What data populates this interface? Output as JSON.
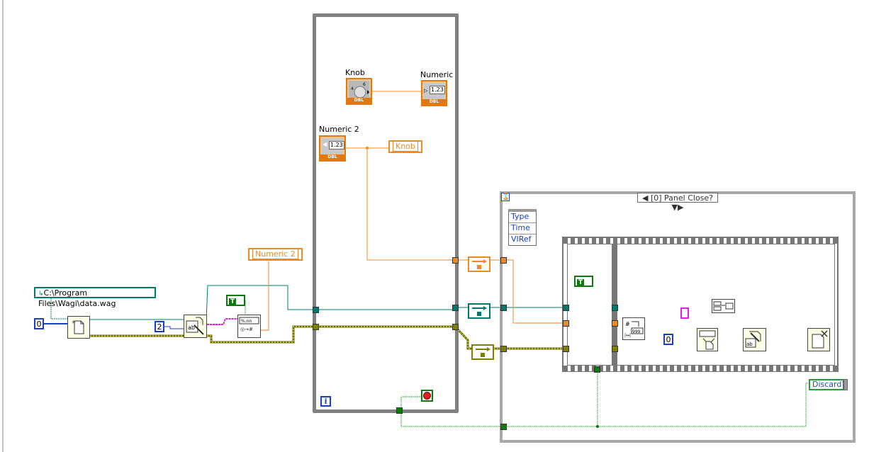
{
  "path_constant": "C:\\Program Files\\Wagi\\data.wag",
  "numeric_constants": {
    "open_mode": "0",
    "count": "2",
    "event_timeout": "0"
  },
  "loop": {
    "terminals": {
      "knob": {
        "label": "Knob",
        "type": "DBL"
      },
      "numeric": {
        "label": "Numeric",
        "type": "DBL",
        "display": "1.23"
      },
      "numeric_2": {
        "label": "Numeric 2",
        "type": "DBL",
        "display": "1.23"
      }
    },
    "local_variables": {
      "knob_local": "Knob",
      "numeric_2_local": "Numeric 2"
    },
    "iteration_terminal": "i"
  },
  "event_structure": {
    "case_selector": "[0] Panel Close?",
    "event_data": [
      "Type",
      "Time",
      "VIRef"
    ],
    "output_indicator": "Discard?"
  },
  "bool_constants": {
    "true_label": "T"
  },
  "colors": {
    "path_wire": "#007a6e",
    "numeric_wire": "#f08a24",
    "refnum_wire": "#808000",
    "string_wire": "#e020e0",
    "bool_wire": "#0a7a0a",
    "int_wire": "#1a3fc7"
  }
}
